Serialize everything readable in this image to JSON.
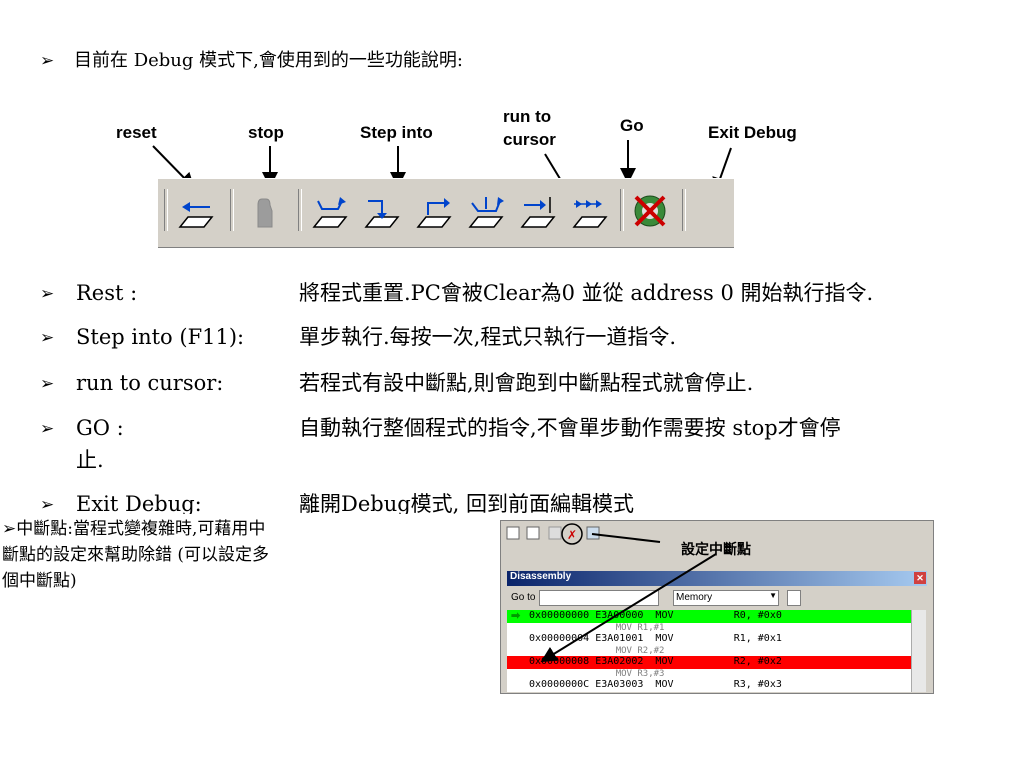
{
  "heading": {
    "bullet": "➢",
    "text": "目前在 Debug 模式下,會使用到的一些功能說明:"
  },
  "toolbar": {
    "labels": {
      "reset": "reset",
      "stop": "stop",
      "step_into": "Step into",
      "run_to_cursor_1": "run to",
      "run_to_cursor_2": "cursor",
      "go": "Go",
      "exit_debug": "Exit Debug"
    },
    "colors": {
      "background": "#d4d0c8",
      "icon_blue": "#0044cc",
      "exit_red": "#cc0000"
    }
  },
  "items": [
    {
      "bullet": "➢",
      "name": "Rest :",
      "desc": "將程式重置.PC會被Clear為0 並從 address 0 開始執行指令."
    },
    {
      "bullet": "➢",
      "name": "Step into (F11):",
      "desc": "單步執行.每按一次,程式只執行一道指令."
    },
    {
      "bullet": "➢",
      "name": "run to cursor:",
      "desc": "若程式有設中斷點,則會跑到中斷點程式就會停止."
    },
    {
      "bullet": "➢",
      "name": "GO :",
      "desc": "自動執行整個程式的指令,不會單步動作需要按 stop才會停",
      "cont": "止."
    },
    {
      "bullet": "➢",
      "name": "Exit Debug:",
      "desc": "離開Debug模式, 回到前面編輯模式"
    }
  ],
  "breakpoint_note": {
    "bullet": "➢",
    "line1": "中斷點:當程式變複雜時,可藉用中",
    "line2": "斷點的設定來幫助除錯 (可以設定多",
    "line3": "個中斷點)"
  },
  "disassembly": {
    "callout": "設定中斷點",
    "title": "Disassembly",
    "goto_label": "Go to",
    "memory_label": "Memory",
    "rows": [
      {
        "text": "0x00000000 E3A00000  MOV          R0, #0x0",
        "bg": "#00ff00",
        "marker": "arrow"
      },
      {
        "text": "                MOV R1,#1",
        "sub": true
      },
      {
        "text": "0x00000004 E3A01001  MOV          R1, #0x1",
        "bg": "#ffffff"
      },
      {
        "text": "                MOV R2,#2",
        "sub": true
      },
      {
        "text": "0x00000008 E3A02002  MOV          R2, #0x2",
        "bg": "#ff0000",
        "marker": "x"
      },
      {
        "text": "                MOV R3,#3",
        "sub": true
      },
      {
        "text": "0x0000000C E3A03003  MOV          R3, #0x3",
        "bg": "#ffffff"
      }
    ]
  }
}
